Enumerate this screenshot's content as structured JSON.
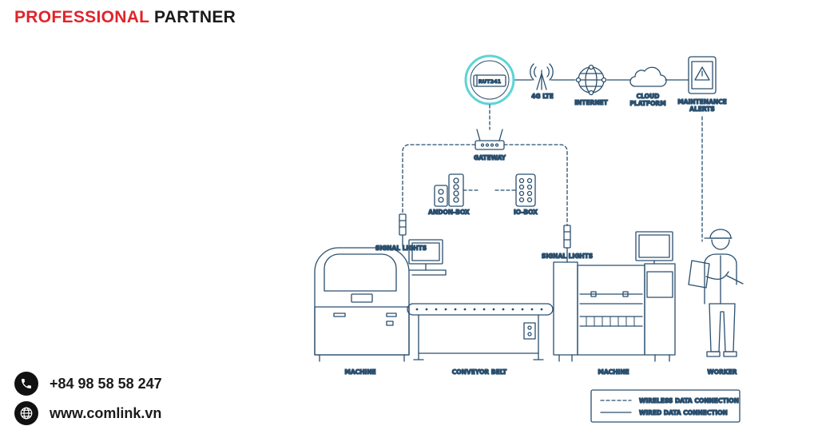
{
  "brand": {
    "word1": "PROFESSIONAL",
    "word2": "PARTNER"
  },
  "contacts": {
    "phone": "+84 98 58 58 247",
    "website": "www.comlink.vn"
  },
  "labels": {
    "router_model": "RUT241",
    "lte": "4G LTE",
    "internet": "INTERNET",
    "cloud_line1": "CLOUD",
    "cloud_line2": "PLATFORM",
    "maint_line1": "MAINTENANCE",
    "maint_line2": "ALERTS",
    "gateway": "GATEWAY",
    "andon": "ANDON-BOX",
    "io": "IO-BOX",
    "signal_left": "SIGNAL LIGHTS",
    "signal_right": "SIGNAL LIGHTS",
    "machine_left": "MACHINE",
    "conveyor": "CONVEYOR BELT",
    "machine_right": "MACHINE",
    "worker": "WORKER"
  },
  "legend": {
    "wireless": "WIRELESS DATA CONNECTION",
    "wired": "WIRED DATA CONNECTION"
  },
  "colors": {
    "accent_red": "#e0242b",
    "line_blue": "#2a4f6e",
    "highlight_cyan": "#5fd3d6"
  },
  "icons": [
    "phone-icon",
    "globe-icon",
    "router-icon",
    "antenna-icon",
    "globe-network-icon",
    "cloud-icon",
    "tablet-alert-icon",
    "gateway-icon",
    "andon-box-icon",
    "io-box-icon",
    "signal-light-icon",
    "machine-icon",
    "conveyor-belt-icon",
    "worker-icon"
  ]
}
